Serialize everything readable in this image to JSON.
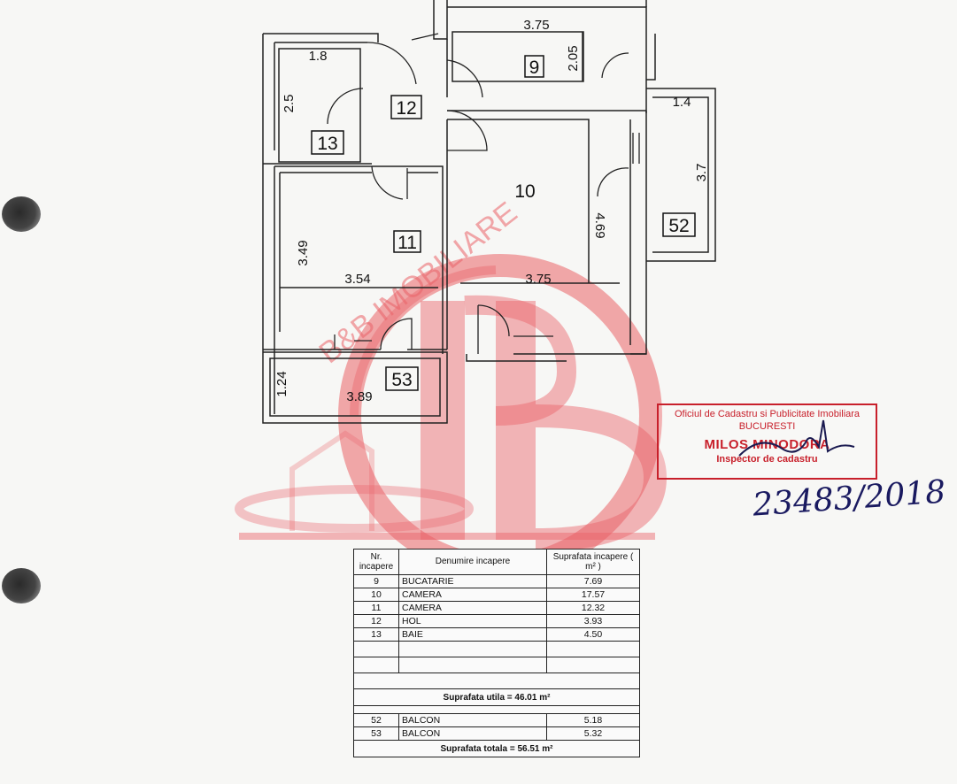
{
  "watermark": {
    "brand_text": "B&B IMOBILIARE",
    "logo_letters": "BB",
    "color": "#e0303a"
  },
  "plan": {
    "rooms": [
      {
        "id": "9",
        "dim_w": "3.75",
        "dim_h": "2.05"
      },
      {
        "id": "10",
        "dim_w": "3.75",
        "dim_h": "4.69"
      },
      {
        "id": "11",
        "dim_w": "3.54",
        "dim_h": "3.49"
      },
      {
        "id": "12"
      },
      {
        "id": "13",
        "dim_w": "1.8",
        "dim_h": "2.5"
      },
      {
        "id": "52",
        "dim_w": "1.4",
        "dim_h": "3.7"
      },
      {
        "id": "53",
        "dim_w": "3.89",
        "dim_h": "1.24"
      }
    ]
  },
  "stamp": {
    "line1": "Oficiul de Cadastru si Publicitate Imobiliara",
    "line2": "BUCURESTI",
    "line3": "MILOS MINODORA",
    "line4": "Inspector de cadastru",
    "color": "#c8202b"
  },
  "handwritten_number": "23483/2018",
  "table": {
    "headers": {
      "nr": "Nr. incapere",
      "name": "Denumire incapere",
      "area": "Suprafata incapere ( m² )"
    },
    "rows": [
      {
        "nr": "9",
        "name": "BUCATARIE",
        "area": "7.69"
      },
      {
        "nr": "10",
        "name": "CAMERA",
        "area": "17.57"
      },
      {
        "nr": "11",
        "name": "CAMERA",
        "area": "12.32"
      },
      {
        "nr": "12",
        "name": "HOL",
        "area": "3.93"
      },
      {
        "nr": "13",
        "name": "BAIE",
        "area": "4.50"
      }
    ],
    "useful_total": "Suprafata utila = 46.01 m²",
    "balconies": [
      {
        "nr": "52",
        "name": "BALCON",
        "area": "5.18"
      },
      {
        "nr": "53",
        "name": "BALCON",
        "area": "5.32"
      }
    ],
    "grand_total": "Suprafata totala = 56.51 m²"
  }
}
